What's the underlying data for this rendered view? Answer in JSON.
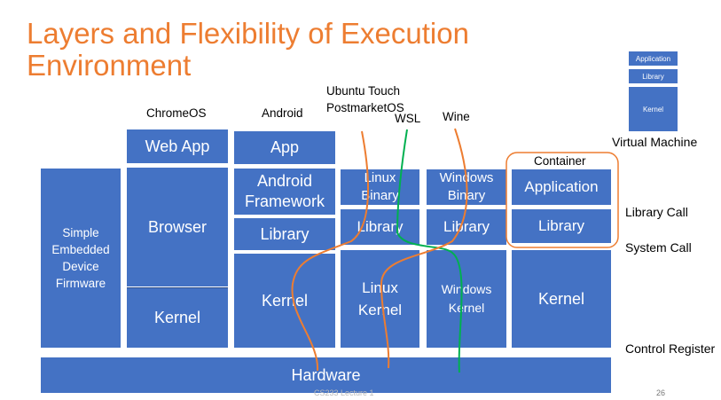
{
  "slide": {
    "title_line1": "Layers and Flexibility of Execution",
    "title_line2": "Environment",
    "footer_center": "CS233 Lecture 1",
    "page_number": "26"
  },
  "columns": {
    "chromeos": "ChromeOS",
    "android": "Android",
    "ubuntu_line1": "Ubuntu Touch",
    "ubuntu_line2": "PostmarketOS",
    "wsl": "WSL",
    "wine": "Wine",
    "container": "Container"
  },
  "blocks": {
    "simple_embedded": [
      "Simple",
      "Embedded",
      "Device",
      "Firmware"
    ],
    "web_app": "Web App",
    "browser": "Browser",
    "chrome_kernel": "Kernel",
    "app": "App",
    "android_framework": [
      "Android",
      "Framework"
    ],
    "android_library": "Library",
    "android_kernel": "Kernel",
    "linux_binary": [
      "Linux",
      "Binary"
    ],
    "linux_library": "Library",
    "linux_kernel": [
      "Linux",
      "Kernel"
    ],
    "windows_binary": [
      "Windows",
      "Binary"
    ],
    "windows_library": "Library",
    "windows_kernel": [
      "Windows",
      "Kernel"
    ],
    "container_application": "Application",
    "container_library": "Library",
    "container_kernel": "Kernel",
    "hardware": "Hardware"
  },
  "right_labels": {
    "library_call": "Library Call",
    "system_call": "System Call",
    "control_register": "Control Register",
    "virtual_machine": "Virtual Machine"
  },
  "vm_stack": {
    "application": "Application",
    "library": "Library",
    "kernel": "Kernel"
  },
  "colors": {
    "block": "#4472C4",
    "title": "#ED7D31",
    "wsl_line": "#00B050",
    "wine_line": "#ED7D31"
  }
}
